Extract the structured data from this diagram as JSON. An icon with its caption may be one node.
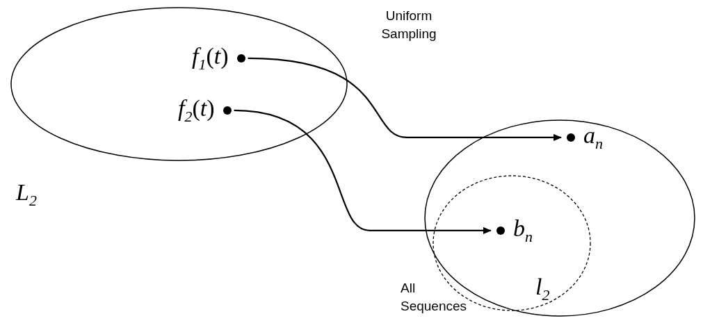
{
  "diagram": {
    "nodes": [
      {
        "text": [
          "*L*$_{2}$"
        ]
      },
      {
        "text": [
          "*f*$_{1}$(*t*)"
        ],
        "in": 0
      },
      {
        "text": [
          "*f*$_{2}$(*t*)"
        ],
        "in": 0
      },
      {
        "text": [
          "All Sequences"
        ]
      },
      {
        "text": [
          "*l*$_{2}$"
        ],
        "in": 3
      },
      {
        "text": [
          "*a*$_{n}$"
        ],
        "in": 3
      },
      {
        "text": [
          "*b*$_{n}$"
        ],
        "in": 4
      }
    ],
    "edges": [
      {
        "from": 1,
        "to": 5,
        "arrow": "to",
        "label": "Uniform Sampling"
      },
      {
        "from": 2,
        "to": 6,
        "arrow": "to"
      }
    ]
  }
}
